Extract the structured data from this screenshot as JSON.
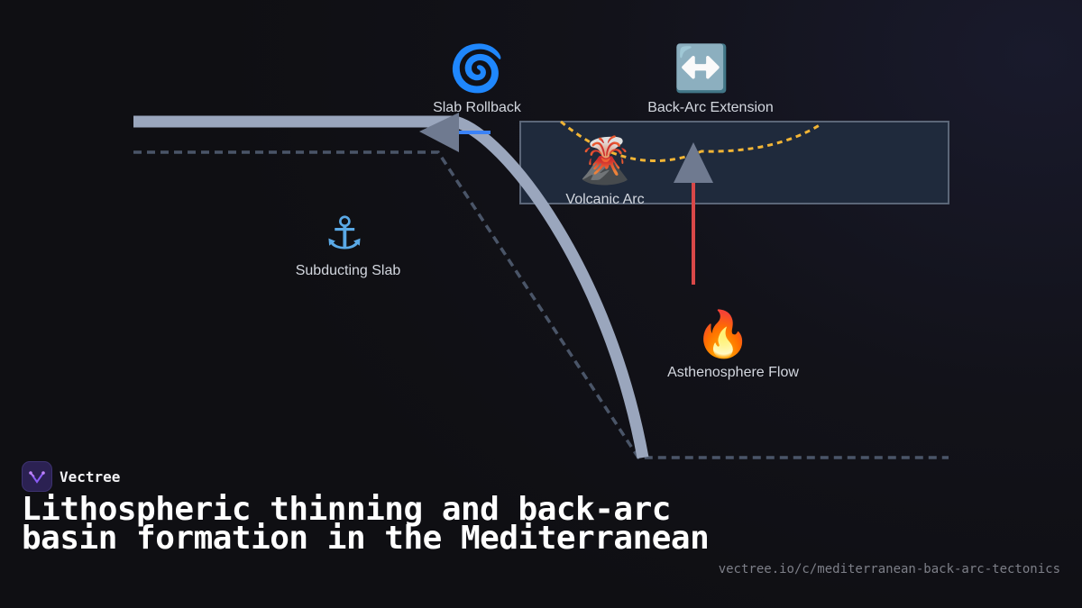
{
  "diagram": {
    "nodes": {
      "slab_rollback": {
        "label": "Slab Rollback",
        "icon": "cyclone-icon",
        "glyph": "🌀"
      },
      "back_arc_extension": {
        "label": "Back-Arc Extension",
        "icon": "left-right-arrow-icon",
        "glyph": "↔️"
      },
      "volcanic_arc": {
        "label": "Volcanic Arc",
        "icon": "volcano-icon",
        "glyph": "🌋"
      },
      "subducting_slab": {
        "label": "Subducting Slab",
        "icon": "anchor-icon",
        "glyph": "⚓"
      },
      "asthenosphere_flow": {
        "label": "Asthenosphere Flow",
        "icon": "fire-icon",
        "glyph": "🔥"
      }
    },
    "colors": {
      "slab": "#9aa6bd",
      "arrow_head": "#6f7a90",
      "dashed_outline": "#4a5568",
      "basin_fill": "#1f2a3c",
      "basin_border": "#5b6678",
      "extension_curve": "#f2b535",
      "rollback_arrow": "#3b82f6",
      "upwelling_arrow": "#d94848"
    }
  },
  "brand": {
    "name": "Vectree"
  },
  "title": "Lithospheric thinning and back-arc basin formation in the Mediterranean",
  "source_url": "vectree.io/c/mediterranean-back-arc-tectonics"
}
